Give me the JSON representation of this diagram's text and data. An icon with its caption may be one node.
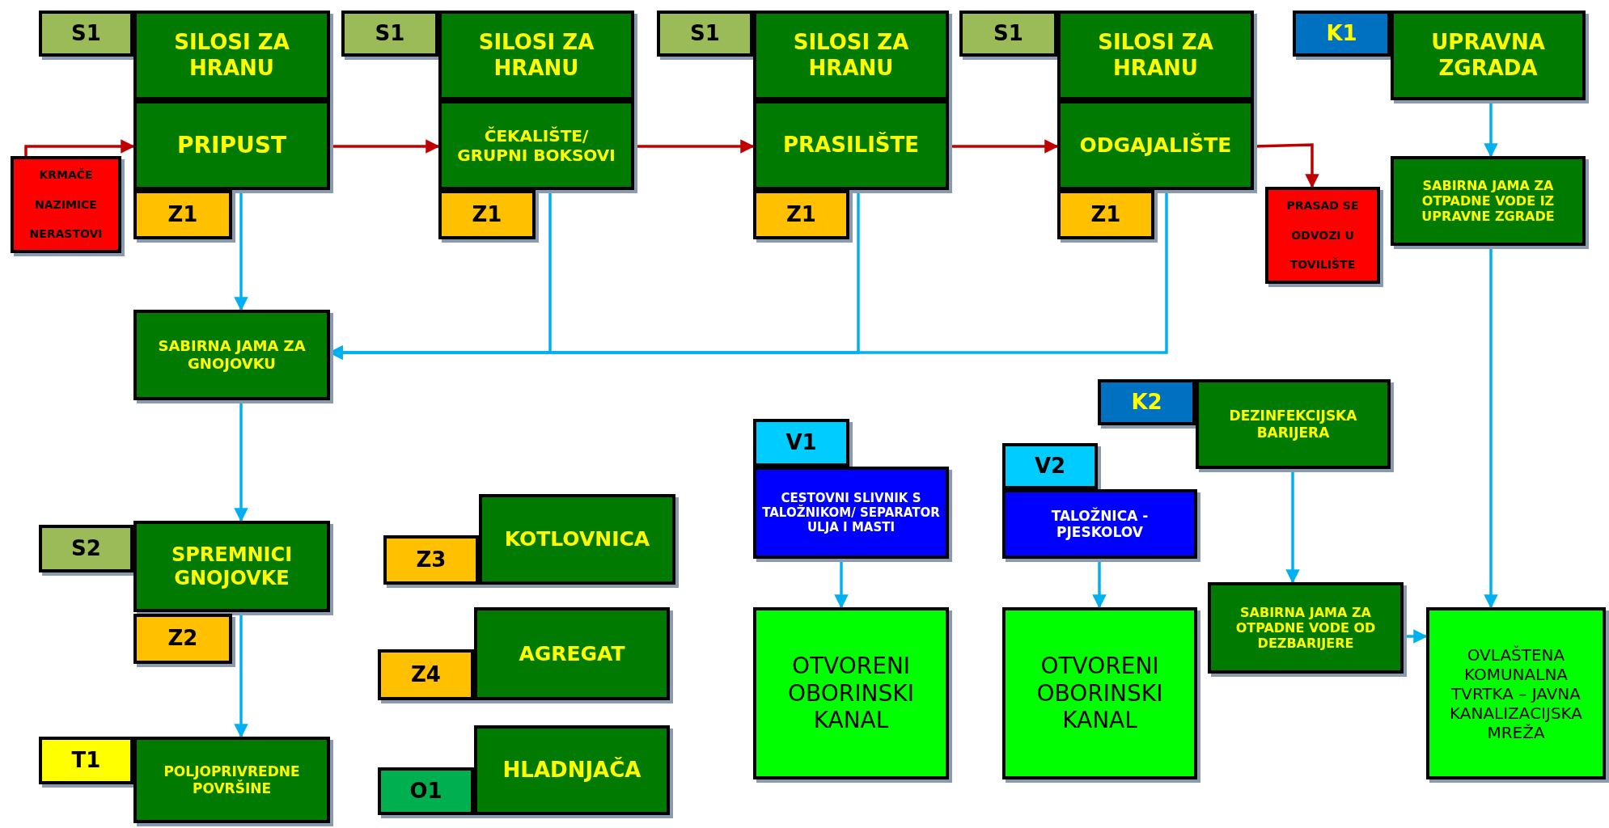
{
  "diagram": {
    "nodes": [
      {
        "text": [
          "S1"
        ]
      },
      {
        "text": [
          "SILOSI ZA HRANU"
        ]
      },
      {
        "text": [
          "S1"
        ]
      },
      {
        "text": [
          "SILOSI ZA HRANU"
        ]
      },
      {
        "text": [
          "S1"
        ]
      },
      {
        "text": [
          "SILOSI ZA HRANU"
        ]
      },
      {
        "text": [
          "S1"
        ]
      },
      {
        "text": [
          "SILOSI ZA HRANU"
        ]
      },
      {
        "text": [
          "K1"
        ]
      },
      {
        "text": [
          "UPRAVNA ZGRADA"
        ]
      },
      {
        "text": [
          "PRIPUST"
        ]
      },
      {
        "text": [
          "ČEKALIŠTE/ GRUPNI BOKSOVI"
        ]
      },
      {
        "text": [
          "PRASILIŠTE"
        ]
      },
      {
        "text": [
          "ODGAJALIŠTE"
        ]
      },
      {
        "text": [
          "KRMAČE",
          "NAZIMICE",
          "NERASTOVI"
        ]
      },
      {
        "text": [
          "Z1"
        ]
      },
      {
        "text": [
          "Z1"
        ]
      },
      {
        "text": [
          "Z1"
        ]
      },
      {
        "text": [
          "Z1"
        ]
      },
      {
        "text": [
          "PRASAD SE ODVOZI U TOVILIŠTE"
        ]
      },
      {
        "text": [
          "SABIRNA JAMA ZA OTPADNE VODE IZ UPRAVNE ZGRADE"
        ]
      },
      {
        "text": [
          "SABIRNA JAMA ZA GNOJOVKU"
        ]
      },
      {
        "text": [
          "K2"
        ]
      },
      {
        "text": [
          "DEZINFEKCIJSKA BARIJERA"
        ]
      },
      {
        "text": [
          "V1"
        ]
      },
      {
        "text": [
          "CESTOVNI SLIVNIK S TALOŽNIKOM/ SEPARATOR ULJA I MASTI"
        ]
      },
      {
        "text": [
          "V2"
        ]
      },
      {
        "text": [
          "TALOŽNICA - PJESKOLOV"
        ]
      },
      {
        "text": [
          "S2"
        ]
      },
      {
        "text": [
          "SPREMNICI GNOJOVKE"
        ]
      },
      {
        "text": [
          "Z3"
        ]
      },
      {
        "text": [
          "KOTLOVNICA"
        ]
      },
      {
        "text": [
          "Z2"
        ]
      },
      {
        "text": [
          "Z4"
        ]
      },
      {
        "text": [
          "AGREGAT"
        ]
      },
      {
        "text": [
          "SABIRNA JAMA ZA OTPADNE VODE OD DEZBARIJERE"
        ]
      },
      {
        "text": [
          "OVLAŠTENA KOMUNALNA TVRTKA – JAVNA KANALIZACIJSKA MREŽA"
        ]
      },
      {
        "text": [
          "OTVORENI OBORINSKI KANAL"
        ]
      },
      {
        "text": [
          "OTVORENI OBORINSKI KANAL"
        ]
      },
      {
        "text": [
          "T1"
        ]
      },
      {
        "text": [
          "POLJOPRIVREDNE POVRŠINE"
        ]
      },
      {
        "text": [
          "O1"
        ]
      },
      {
        "text": [
          "HLADNJAČA"
        ]
      }
    ],
    "edges": [
      {
        "from": 14,
        "to": 10,
        "arrow": "to",
        "color": "#c00000"
      },
      {
        "from": 10,
        "to": 11,
        "arrow": "to",
        "color": "#c00000"
      },
      {
        "from": 11,
        "to": 12,
        "arrow": "to",
        "color": "#c00000"
      },
      {
        "from": 12,
        "to": 13,
        "arrow": "to",
        "color": "#c00000"
      },
      {
        "from": 13,
        "to": 19,
        "arrow": "to",
        "color": "#c00000"
      },
      {
        "from": 10,
        "to": 21,
        "arrow": "to"
      },
      {
        "from": 11,
        "to": 21,
        "arrow": "to"
      },
      {
        "from": 12,
        "to": 21,
        "arrow": "to"
      },
      {
        "from": 13,
        "to": 21,
        "arrow": "to"
      },
      {
        "from": 9,
        "to": 20,
        "arrow": "to"
      },
      {
        "from": 20,
        "to": 36,
        "arrow": "to"
      },
      {
        "from": 23,
        "to": 35,
        "arrow": "to"
      },
      {
        "from": 35,
        "to": 36,
        "arrow": "to"
      },
      {
        "from": 25,
        "to": 37,
        "arrow": "to"
      },
      {
        "from": 27,
        "to": 38,
        "arrow": "to"
      },
      {
        "from": 21,
        "to": 29,
        "arrow": "to"
      },
      {
        "from": 29,
        "to": 40,
        "arrow": "to"
      }
    ]
  }
}
